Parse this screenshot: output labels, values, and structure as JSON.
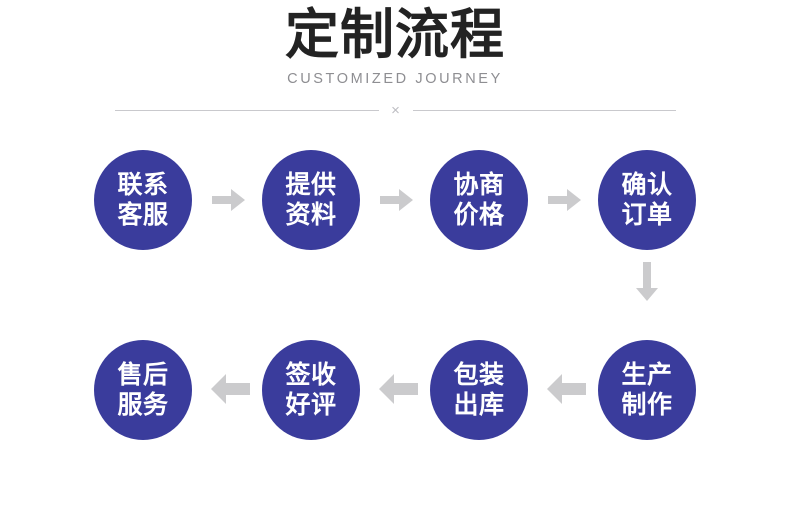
{
  "header": {
    "title": "定制流程",
    "subtitle": "CUSTOMIZED JOURNEY",
    "divider_mark": "×"
  },
  "colors": {
    "node_fill": "#3a3c9c",
    "node_text": "#ffffff",
    "arrow": "#cbcbcd",
    "title_text": "#232323",
    "subtitle_text": "#8e8e92",
    "divider_line": "#c9c9cd",
    "background": "#ffffff"
  },
  "flow": {
    "rows": [
      {
        "direction": "left-to-right",
        "nodes": [
          {
            "id": "step-1",
            "line1": "联系",
            "line2": "客服"
          },
          {
            "id": "step-2",
            "line1": "提供",
            "line2": "资料"
          },
          {
            "id": "step-3",
            "line1": "协商",
            "line2": "价格"
          },
          {
            "id": "step-4",
            "line1": "确认",
            "line2": "订单"
          }
        ]
      },
      {
        "direction": "right-to-left",
        "nodes": [
          {
            "id": "step-5",
            "line1": "生产",
            "line2": "制作"
          },
          {
            "id": "step-6",
            "line1": "包装",
            "line2": "出库"
          },
          {
            "id": "step-7",
            "line1": "签收",
            "line2": "好评"
          },
          {
            "id": "step-8",
            "line1": "售后",
            "line2": "服务"
          }
        ]
      }
    ],
    "connectors": [
      {
        "id": "arrow-1",
        "icon": "arrow-right-icon"
      },
      {
        "id": "arrow-2",
        "icon": "arrow-right-icon"
      },
      {
        "id": "arrow-3",
        "icon": "arrow-right-icon"
      },
      {
        "id": "arrow-down",
        "icon": "arrow-down-icon"
      },
      {
        "id": "arrow-4",
        "icon": "arrow-left-icon"
      },
      {
        "id": "arrow-5",
        "icon": "arrow-left-icon"
      },
      {
        "id": "arrow-6",
        "icon": "arrow-left-icon"
      }
    ]
  }
}
